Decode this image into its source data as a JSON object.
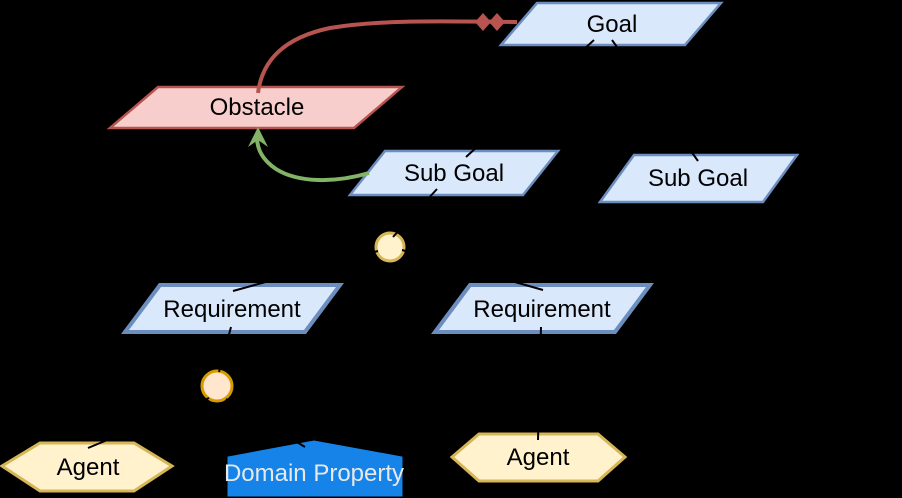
{
  "canvas": {
    "background": "#000000"
  },
  "nodes": {
    "goal": {
      "label": "Goal",
      "shape": "parallelogram",
      "fill": "#dae8fc",
      "stroke": "#6c8ebf",
      "text_color": "#000000"
    },
    "obstacle": {
      "label": "Obstacle",
      "shape": "parallelogram",
      "fill": "#f8cecc",
      "stroke": "#b85450",
      "text_color": "#000000"
    },
    "subgoal_left": {
      "label": "Sub Goal",
      "shape": "parallelogram",
      "fill": "#dae8fc",
      "stroke": "#6c8ebf",
      "text_color": "#000000"
    },
    "subgoal_right": {
      "label": "Sub Goal",
      "shape": "parallelogram",
      "fill": "#dae8fc",
      "stroke": "#6c8ebf",
      "text_color": "#000000"
    },
    "requirement_left": {
      "label": "Requirement",
      "shape": "parallelogram",
      "fill": "#dae8fc",
      "stroke": "#6c8ebf",
      "text_color": "#000000"
    },
    "requirement_right": {
      "label": "Requirement",
      "shape": "parallelogram",
      "fill": "#dae8fc",
      "stroke": "#6c8ebf",
      "text_color": "#000000"
    },
    "refinement_node_upper": {
      "shape": "circle",
      "fill": "#fff2cc",
      "stroke": "#d6b656"
    },
    "refinement_node_lower": {
      "shape": "circle",
      "fill": "#ffe6cc",
      "stroke": "#d79b00"
    },
    "agent_left": {
      "label": "Agent",
      "shape": "hexagon",
      "fill": "#fff2cc",
      "stroke": "#d6b656",
      "text_color": "#000000"
    },
    "agent_right": {
      "label": "Agent",
      "shape": "hexagon",
      "fill": "#fff2cc",
      "stroke": "#d6b656",
      "text_color": "#000000"
    },
    "domain_property": {
      "label": "Domain Property",
      "shape": "house-pentagon",
      "fill": "#1583e8",
      "stroke": "#1583e8",
      "text_color": "#e8e8e8"
    }
  },
  "edges": {
    "refinement_color": "#000000",
    "obstruction": {
      "color": "#b85450",
      "head": "double-diamond",
      "from": "obstacle",
      "to": "goal"
    },
    "resolution": {
      "color": "#82b366",
      "head": "arrow",
      "from": "subgoal_left",
      "to": "obstacle"
    }
  }
}
